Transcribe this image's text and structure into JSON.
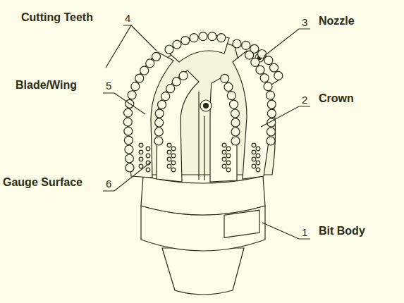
{
  "diagram": {
    "labels": [
      "Cutting Teeth",
      "4",
      "3",
      "Nozzle",
      "Blade/Wing",
      "5",
      "2",
      "Crown",
      "Gauge Surface",
      "6",
      "1",
      "Bit Body"
    ]
  }
}
